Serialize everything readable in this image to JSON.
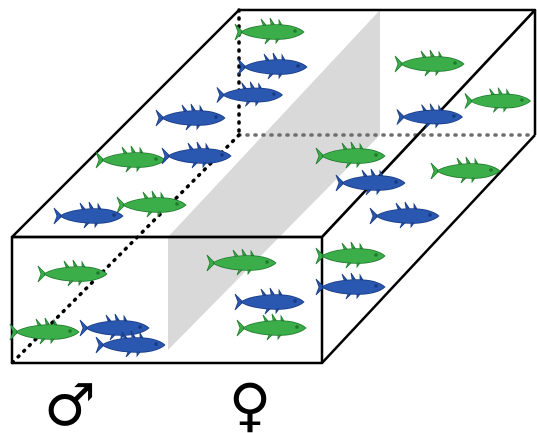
{
  "labels": {
    "left_sex": "♂",
    "right_sex": "♀"
  },
  "colors": {
    "background": "#ffffff",
    "tank_outline": "#000000",
    "divider_fill": "#d9d9d9",
    "hidden_edges": "#000000",
    "hidden_edges_back": "#6e6e6e",
    "fish_green": "#3bae4a",
    "fish_green_dark": "#1f7a2c",
    "fish_blue": "#2a57b0",
    "fish_blue_dark": "#173a82"
  },
  "fish": [
    {
      "color": "green",
      "side": "top"
    },
    {
      "color": "blue",
      "side": "top"
    },
    {
      "color": "green",
      "side": "top"
    },
    {
      "color": "blue",
      "side": "top"
    },
    {
      "color": "blue",
      "side": "top"
    },
    {
      "color": "green",
      "side": "top"
    },
    {
      "color": "green",
      "side": "top"
    },
    {
      "color": "blue",
      "side": "top"
    },
    {
      "color": "green",
      "side": "top"
    },
    {
      "color": "blue",
      "side": "top"
    },
    {
      "color": "blue",
      "side": "top"
    },
    {
      "color": "green",
      "side": "top"
    },
    {
      "color": "green",
      "side": "top"
    },
    {
      "color": "blue",
      "side": "top"
    },
    {
      "color": "blue",
      "side": "top"
    },
    {
      "color": "green",
      "side": "right"
    },
    {
      "color": "blue",
      "side": "right"
    },
    {
      "color": "green",
      "side": "front"
    },
    {
      "color": "green",
      "side": "front"
    },
    {
      "color": "blue",
      "side": "front"
    },
    {
      "color": "blue",
      "side": "front"
    },
    {
      "color": "green",
      "side": "front"
    },
    {
      "color": "green",
      "side": "front"
    },
    {
      "color": "blue",
      "side": "front"
    }
  ]
}
